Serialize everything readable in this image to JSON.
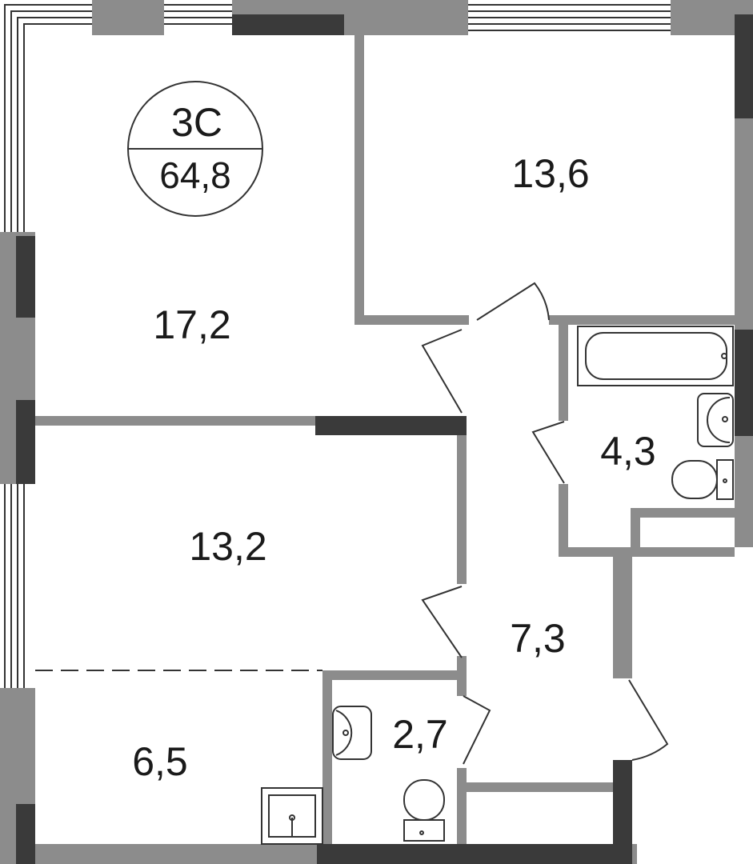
{
  "apartment": {
    "type": "3С",
    "total_area": "64,8"
  },
  "rooms": [
    {
      "id": "room-a",
      "area": "17,2"
    },
    {
      "id": "room-b",
      "area": "13,6"
    },
    {
      "id": "room-c",
      "area": "13,2"
    },
    {
      "id": "kitchen",
      "area": "6,5"
    },
    {
      "id": "bathroom",
      "area": "4,3"
    },
    {
      "id": "hallway",
      "area": "7,3"
    },
    {
      "id": "toilet",
      "area": "2,7"
    }
  ],
  "colors": {
    "wall": "#8c8c8c",
    "wall_dark": "#3a3a3a",
    "line": "#333333",
    "background": "#ffffff"
  }
}
